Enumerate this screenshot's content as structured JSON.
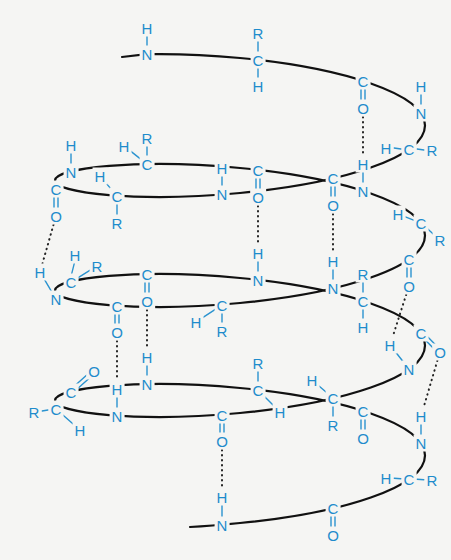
{
  "diagram": {
    "labels": [
      "N",
      "H",
      "C",
      "R",
      "H",
      "C",
      "O",
      "N",
      "H",
      "C",
      "H",
      "R",
      "C",
      "O",
      "N",
      "H",
      "C",
      "H",
      "R",
      "C",
      "O",
      "N",
      "H",
      "C",
      "R",
      "H",
      "C",
      "O",
      "N",
      "H",
      "C",
      "H",
      "R",
      "C",
      "O",
      "N",
      "H",
      "C",
      "R",
      "H",
      "C",
      "O",
      "N",
      "H",
      "C",
      "H",
      "R",
      "C",
      "O",
      "N",
      "H",
      "C",
      "R",
      "H",
      "C",
      "O",
      "N",
      "H",
      "C",
      "R",
      "H",
      "C",
      "O",
      "N",
      "H",
      "C",
      "R",
      "H",
      "C",
      "O",
      "N",
      "H",
      "C",
      "R",
      "H",
      "C",
      "O",
      "N",
      "H",
      "C",
      "H",
      "R",
      "C",
      "O",
      "N",
      "H"
    ]
  }
}
